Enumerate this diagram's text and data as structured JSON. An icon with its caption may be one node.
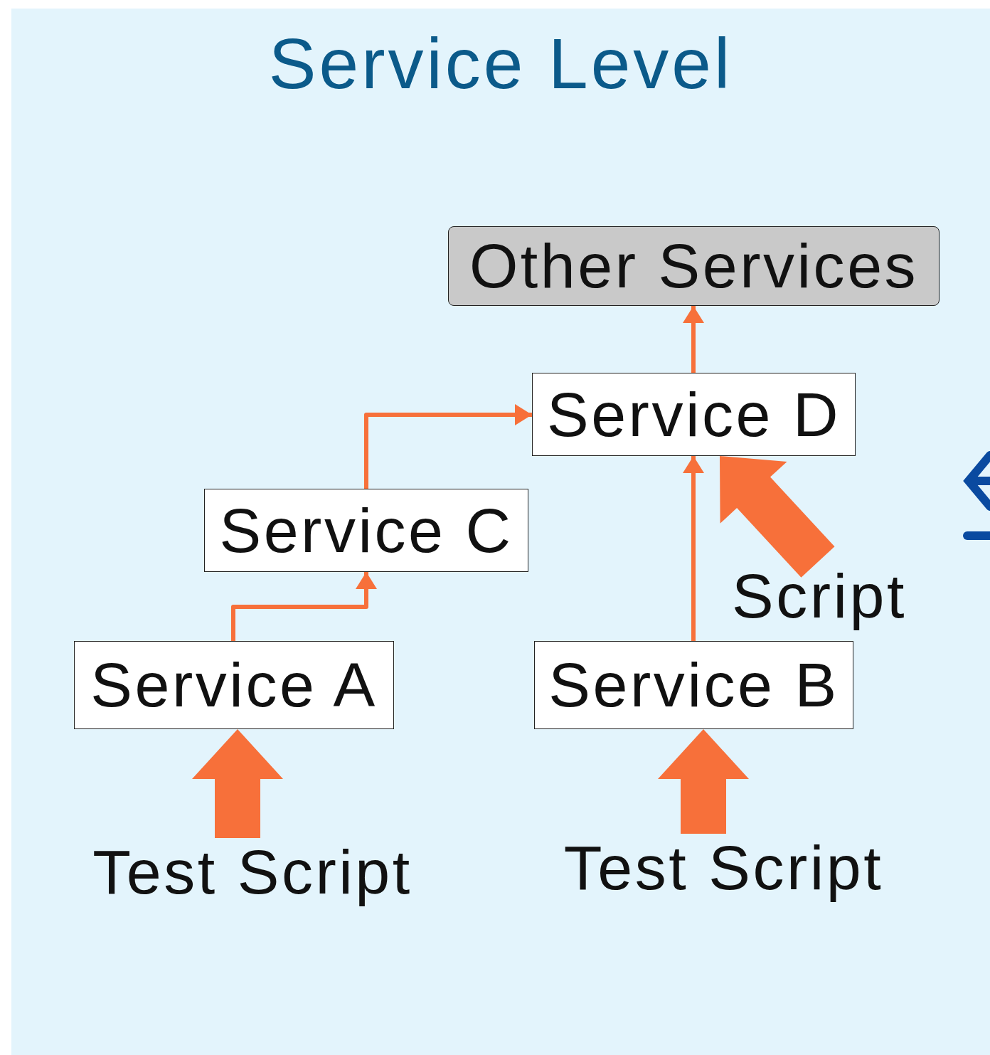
{
  "diagram": {
    "title": "Service Level",
    "nodes": [
      {
        "text": [
          "Other Services"
        ]
      },
      {
        "text": [
          "Service D"
        ]
      },
      {
        "text": [
          "Service C"
        ]
      },
      {
        "text": [
          "Service A"
        ]
      },
      {
        "text": [
          "Service B"
        ]
      },
      {
        "text": [
          "Test Script"
        ]
      },
      {
        "text": [
          "Test Script"
        ]
      },
      {
        "text": [
          "Script"
        ]
      }
    ],
    "edges": [
      {
        "from": 1,
        "to": 0,
        "arrow": "to"
      },
      {
        "from": 2,
        "to": 1,
        "arrow": "to"
      },
      {
        "from": 3,
        "to": 2,
        "arrow": "to"
      },
      {
        "from": 4,
        "to": 1,
        "arrow": "to"
      },
      {
        "from": 5,
        "to": 3,
        "arrow": "to",
        "style": "thick"
      },
      {
        "from": 6,
        "to": 4,
        "arrow": "to",
        "style": "thick"
      },
      {
        "from": 7,
        "to": 1,
        "arrow": "to",
        "style": "thick"
      }
    ]
  }
}
